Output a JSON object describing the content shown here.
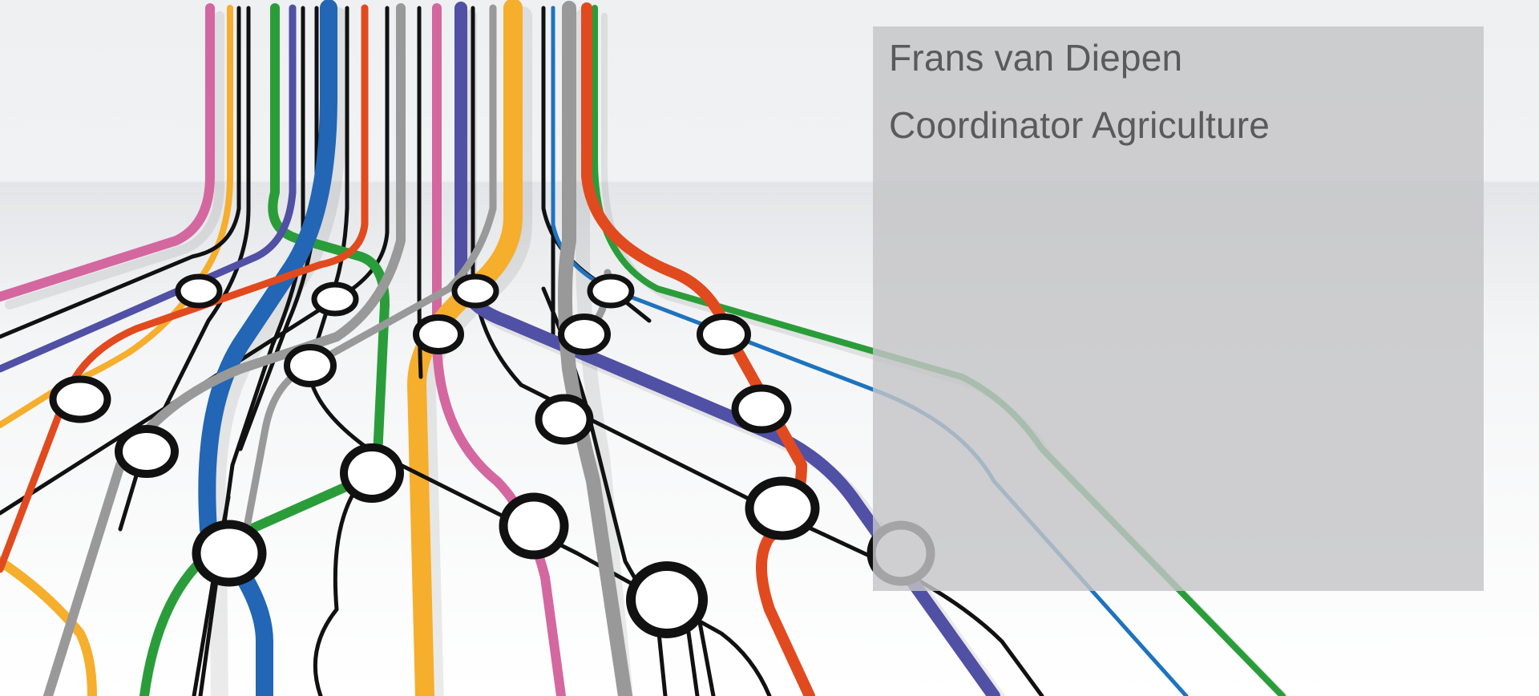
{
  "slide": {
    "name": "Frans van Diepen",
    "role": "Coordinator Agriculture"
  },
  "colors": {
    "background": "#f3f4f6",
    "text_box": "#c4c5c7",
    "text": "#5a5a5a",
    "metro_lines": [
      "#d4679f",
      "#f6ae2d",
      "#111111",
      "#2a9d3a",
      "#5050a5",
      "#2266b5",
      "#e14a1e",
      "#999999",
      "#1e73be"
    ]
  },
  "illustration": {
    "name": "metro-lines-illustration"
  }
}
